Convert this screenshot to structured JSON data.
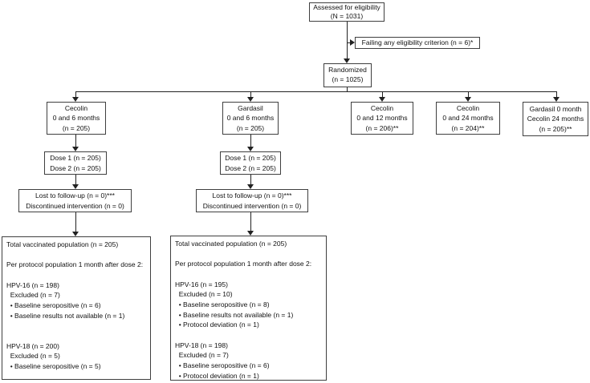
{
  "flow": {
    "assessed": {
      "lines": [
        "Assessed for eligibility",
        "(N = 1031)"
      ]
    },
    "failing": {
      "label": "Failing any eligibility criterion (n = 6)*"
    },
    "randomized": {
      "lines": [
        "Randomized",
        "(n = 1025)"
      ]
    },
    "arms": [
      {
        "lines": [
          "Cecolin",
          "0 and 6 months",
          "(n = 205)"
        ]
      },
      {
        "lines": [
          "Gardasil",
          "0 and 6 months",
          "(n = 205)"
        ]
      },
      {
        "lines": [
          "Cecolin",
          "0 and 12 months",
          "(n = 206)**"
        ]
      },
      {
        "lines": [
          "Cecolin",
          "0 and 24 months",
          "(n = 204)**"
        ]
      },
      {
        "lines": [
          "Gardasil 0 month",
          "Cecolin 24 months",
          "(n = 205)**"
        ]
      }
    ],
    "doses": [
      {
        "lines": [
          "Dose 1 (n = 205)",
          "Dose 2 (n = 205)"
        ]
      },
      {
        "lines": [
          "Dose 1 (n = 205)",
          "Dose 2 (n = 205)"
        ]
      }
    ],
    "followup": [
      {
        "lines": [
          "Lost to follow-up (n = 0)***",
          "Discontinued intervention (n = 0)"
        ]
      },
      {
        "lines": [
          "Lost to follow-up (n = 0)***",
          "Discontinued intervention (n = 0)"
        ]
      }
    ],
    "outcomes": [
      {
        "lines": [
          "Total vaccinated population (n = 205)",
          "",
          "Per protocol population 1 month after dose 2:",
          "",
          "HPV-16 (n = 198)",
          "  Excluded (n = 7)",
          "  • Baseline seropositive (n = 6)",
          "  • Baseline results not available (n = 1)",
          "",
          "",
          "HPV-18 (n = 200)",
          "  Excluded (n = 5)",
          "  • Baseline seropositive (n = 5)"
        ]
      },
      {
        "lines": [
          "Total vaccinated population (n = 205)",
          "",
          "Per protocol population 1 month after dose 2:",
          "",
          "HPV-16 (n = 195)",
          "  Excluded (n = 10)",
          "  • Baseline seropositive (n = 8)",
          "  • Baseline results not available (n = 1)",
          "  • Protocol deviation (n = 1)",
          "",
          "HPV-18 (n = 198)",
          "  Excluded (n = 7)",
          "  • Baseline seropositive (n = 6)",
          "  • Protocol deviation (n = 1)"
        ]
      }
    ]
  },
  "colors": {
    "background": "#ffffff",
    "box_border": "#3f3f3f",
    "line": "#222222",
    "text": "#111111"
  }
}
